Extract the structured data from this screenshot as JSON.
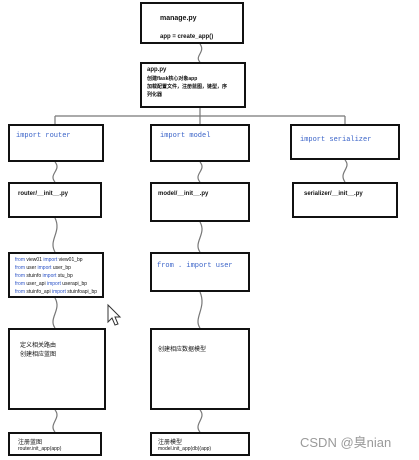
{
  "manage": {
    "title": "manage.py",
    "line": "app = create_app()"
  },
  "app_box": {
    "title": "app.py",
    "lines": [
      "创建flask核心对象app",
      "加载配置文件，注册蓝图，链型，序",
      "列化器"
    ]
  },
  "modules": {
    "router_import": "import router",
    "model_import": "import model",
    "serializer_import": "import serializer",
    "router_init": "router/__init__.py",
    "model_init": "model/__init__.py",
    "serializer_init": "serializer/__init__.py"
  },
  "router_imports": {
    "lines": [
      {
        "kw1": "from",
        "mod": "view01",
        "kw2": "import",
        "name": "view01_bp"
      },
      {
        "kw1": "from",
        "mod": "user",
        "kw2": "import",
        "name": "user_bp"
      },
      {
        "kw1": "from",
        "mod": "stuinfo",
        "kw2": "import",
        "name": "stu_bp"
      },
      {
        "kw1": "from",
        "mod": "user_api",
        "kw2": "import",
        "name": "userapi_bp"
      },
      {
        "kw1": "from",
        "mod": "stuinfo_api",
        "kw2": "import",
        "name": "stuinfoapi_bp"
      }
    ]
  },
  "model_import_user": {
    "code": "from . import user"
  },
  "blueprint_box": {
    "lines": [
      "定义相关路由",
      "创建相应蓝图"
    ]
  },
  "model_define_box": {
    "line": "创建相应数据模型"
  },
  "register_bp_box": {
    "title": "注册蓝图",
    "code": "router.init_app(app)"
  },
  "register_model_box": {
    "title": "注册模型",
    "code": "model.init_app(db)(app)"
  },
  "watermark": "CSDN @臭nian",
  "colors": {
    "border": "#111111",
    "code_blue": "#3a63c8",
    "link_blue": "#2a52c7"
  }
}
